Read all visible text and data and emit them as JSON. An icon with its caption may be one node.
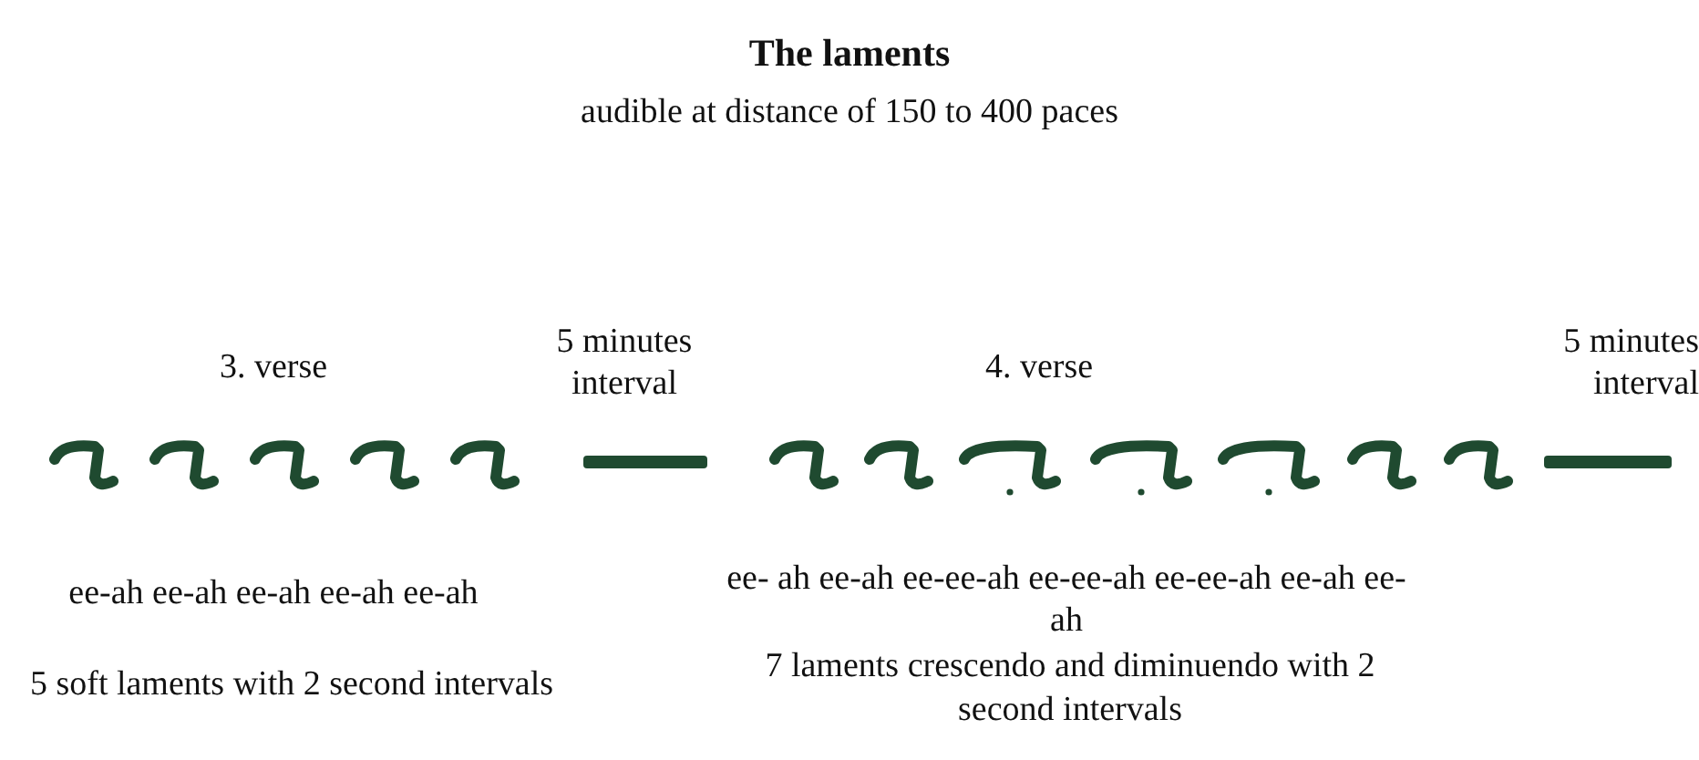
{
  "diagram": {
    "title": "The laments",
    "labels": [
      "audible at distance of 150 to 400 paces",
      "3. verse",
      "5 minutes interval",
      "4. verse",
      "5 minutes interval",
      "ee-ah ee-ah ee-ah ee-ah ee-ah",
      "ee- ah ee-ah ee-ee-ah ee-ee-ah ee-ee-ah ee-ah ee-ah",
      "5 soft laments with 2 second intervals",
      "7 laments crescendo and diminuendo with 2 second intervals"
    ]
  }
}
